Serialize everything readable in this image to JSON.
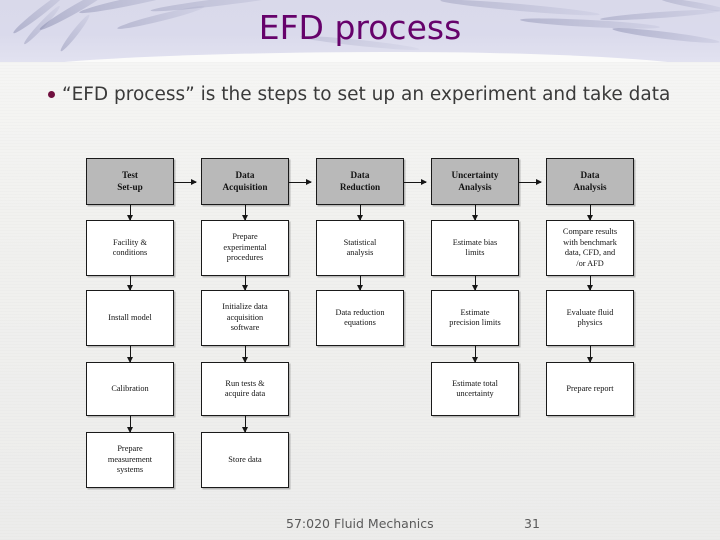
{
  "slide": {
    "title": "EFD process",
    "title_color": "#66026b",
    "background_color": "#f1f1ef",
    "header_band_color": "#dadaec"
  },
  "body": {
    "bullet_glyph": "bullet-dot",
    "bullet_text": "“EFD process” is the steps to set up an experiment and take data"
  },
  "footer": {
    "course": "57:020 Fluid Mechanics",
    "page_number": "31"
  },
  "chart_data": {
    "type": "diagram",
    "title": "EFD process flow chart",
    "header_fill": "#b9b9b9",
    "node_fill": "#ffffff",
    "columns": [
      {
        "header": "Test Set-up",
        "header_lines": [
          "Test",
          "Set-up"
        ],
        "steps": [
          {
            "lines": [
              "Facility &",
              "conditions"
            ]
          },
          {
            "lines": [
              "Install model"
            ]
          },
          {
            "lines": [
              "Calibration"
            ]
          },
          {
            "lines": [
              "Prepare",
              "measurement",
              "systems"
            ]
          }
        ]
      },
      {
        "header": "Data Acquisition",
        "header_lines": [
          "Data",
          "Acquisition"
        ],
        "steps": [
          {
            "lines": [
              "Prepare",
              "experimental",
              "procedures"
            ]
          },
          {
            "lines": [
              "Initialize data",
              "acquisition",
              "software"
            ]
          },
          {
            "lines": [
              "Run tests &",
              "acquire data"
            ]
          },
          {
            "lines": [
              "Store data"
            ]
          }
        ]
      },
      {
        "header": "Data Reduction",
        "header_lines": [
          "Data",
          "Reduction"
        ],
        "steps": [
          {
            "lines": [
              "Statistical",
              "analysis"
            ]
          },
          {
            "lines": [
              "Data reduction",
              "equations"
            ]
          }
        ]
      },
      {
        "header": "Uncertainty Analysis",
        "header_lines": [
          "Uncertainty",
          "Analysis"
        ],
        "steps": [
          {
            "lines": [
              "Estimate bias",
              "limits"
            ]
          },
          {
            "lines": [
              "Estimate",
              "precision limits"
            ]
          },
          {
            "lines": [
              "Estimate total",
              "uncertainty"
            ]
          }
        ]
      },
      {
        "header": "Data Analysis",
        "header_lines": [
          "Data",
          "Analysis"
        ],
        "steps": [
          {
            "lines": [
              "Compare results",
              "with benchmark",
              "data, CFD, and",
              "/or AFD"
            ]
          },
          {
            "lines": [
              "Evaluate fluid",
              "physics"
            ]
          },
          {
            "lines": [
              "Prepare report"
            ]
          }
        ]
      }
    ],
    "horizontal_flow": [
      "Test Set-up",
      "Data Acquisition",
      "Data Reduction",
      "Uncertainty Analysis",
      "Data Analysis"
    ]
  }
}
